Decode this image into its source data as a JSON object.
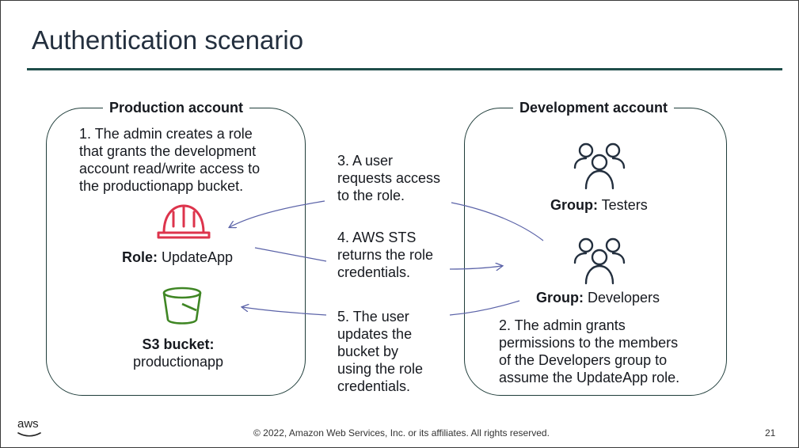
{
  "title": "Authentication scenario",
  "production": {
    "label": "Production account",
    "step1": [
      "1. The admin creates a role",
      "that grants the development",
      "account read/write access to",
      "the productionapp bucket."
    ],
    "role_prefix": "Role:",
    "role_name": " UpdateApp",
    "bucket_prefix": "S3 bucket:",
    "bucket_name": "productionapp"
  },
  "development": {
    "label": "Development account",
    "testers_prefix": "Group:",
    "testers_name": " Testers",
    "developers_prefix": "Group:",
    "developers_name": " Developers",
    "step2": [
      "2. The admin grants",
      "permissions to the members",
      "of the Developers group to",
      "assume the UpdateApp role."
    ]
  },
  "steps": {
    "step3": [
      "3. A user",
      "requests access",
      "to the role."
    ],
    "step4": [
      "4. AWS STS",
      "returns the role",
      "credentials."
    ],
    "step5": [
      "5. The user",
      "updates the",
      "bucket by",
      "using the role",
      "credentials."
    ]
  },
  "footer": {
    "logo": "aws",
    "copyright": "© 2022, Amazon Web Services, Inc. or its affiliates. All rights reserved.",
    "page": "21"
  },
  "colors": {
    "role_icon": "#dd344c",
    "bucket_icon": "#3f8624",
    "accent_rule": "#1f4e4a"
  }
}
